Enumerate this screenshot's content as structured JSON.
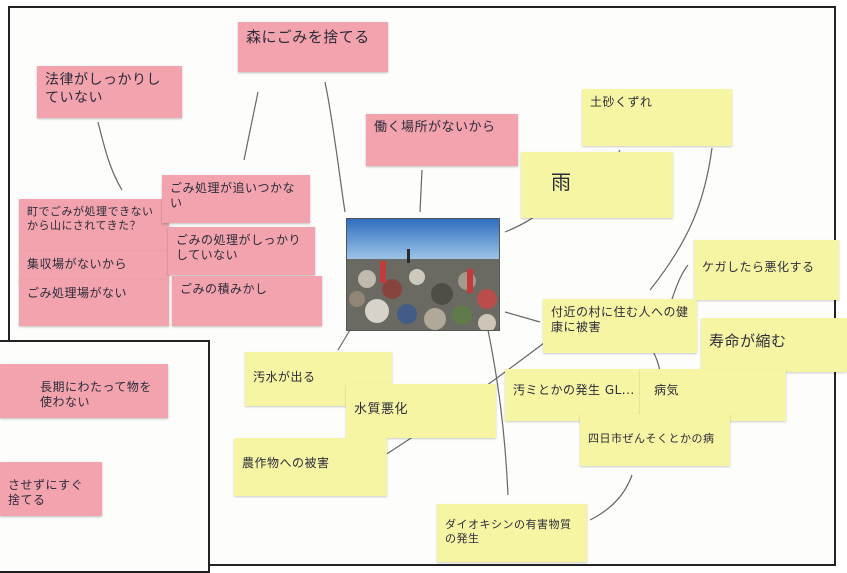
{
  "notes": {
    "law": "法律がしっかりしていない",
    "forest": "森にごみを捨てる",
    "no_job": "働く場所がないから",
    "town": "町でごみが処理できないから山にされてきた？",
    "no_collect": "集収場がないから",
    "no_site": "ごみ処理場がない",
    "gomi_keep": "ごみ処理が追いつかない",
    "gomi_proper": "ごみの処理がしっかりしていない",
    "gomi_stack": "ごみの積みかし",
    "rain": "雨",
    "collapse": "土砂くずれ",
    "injury": "ケガしたら悪化する",
    "health": "付近の村に住む人への健康に被害",
    "lifespan": "寿命が縮む",
    "sewage": "汚水が出る",
    "water": "水質悪化",
    "crops": "農作物への被害",
    "disease": "汚ミとかの発生 GL...",
    "sick": "病気",
    "yokkaichi": "四日市ぜんそくとかの病",
    "dioxin": "ダイオキシンの有害物質の発生",
    "long_term": "長期にわたって物を使わない",
    "no_throw": "させずにすぐ捨てる"
  },
  "photo": {
    "sky": "#3f7fc8",
    "ground": "#6b6a62"
  }
}
